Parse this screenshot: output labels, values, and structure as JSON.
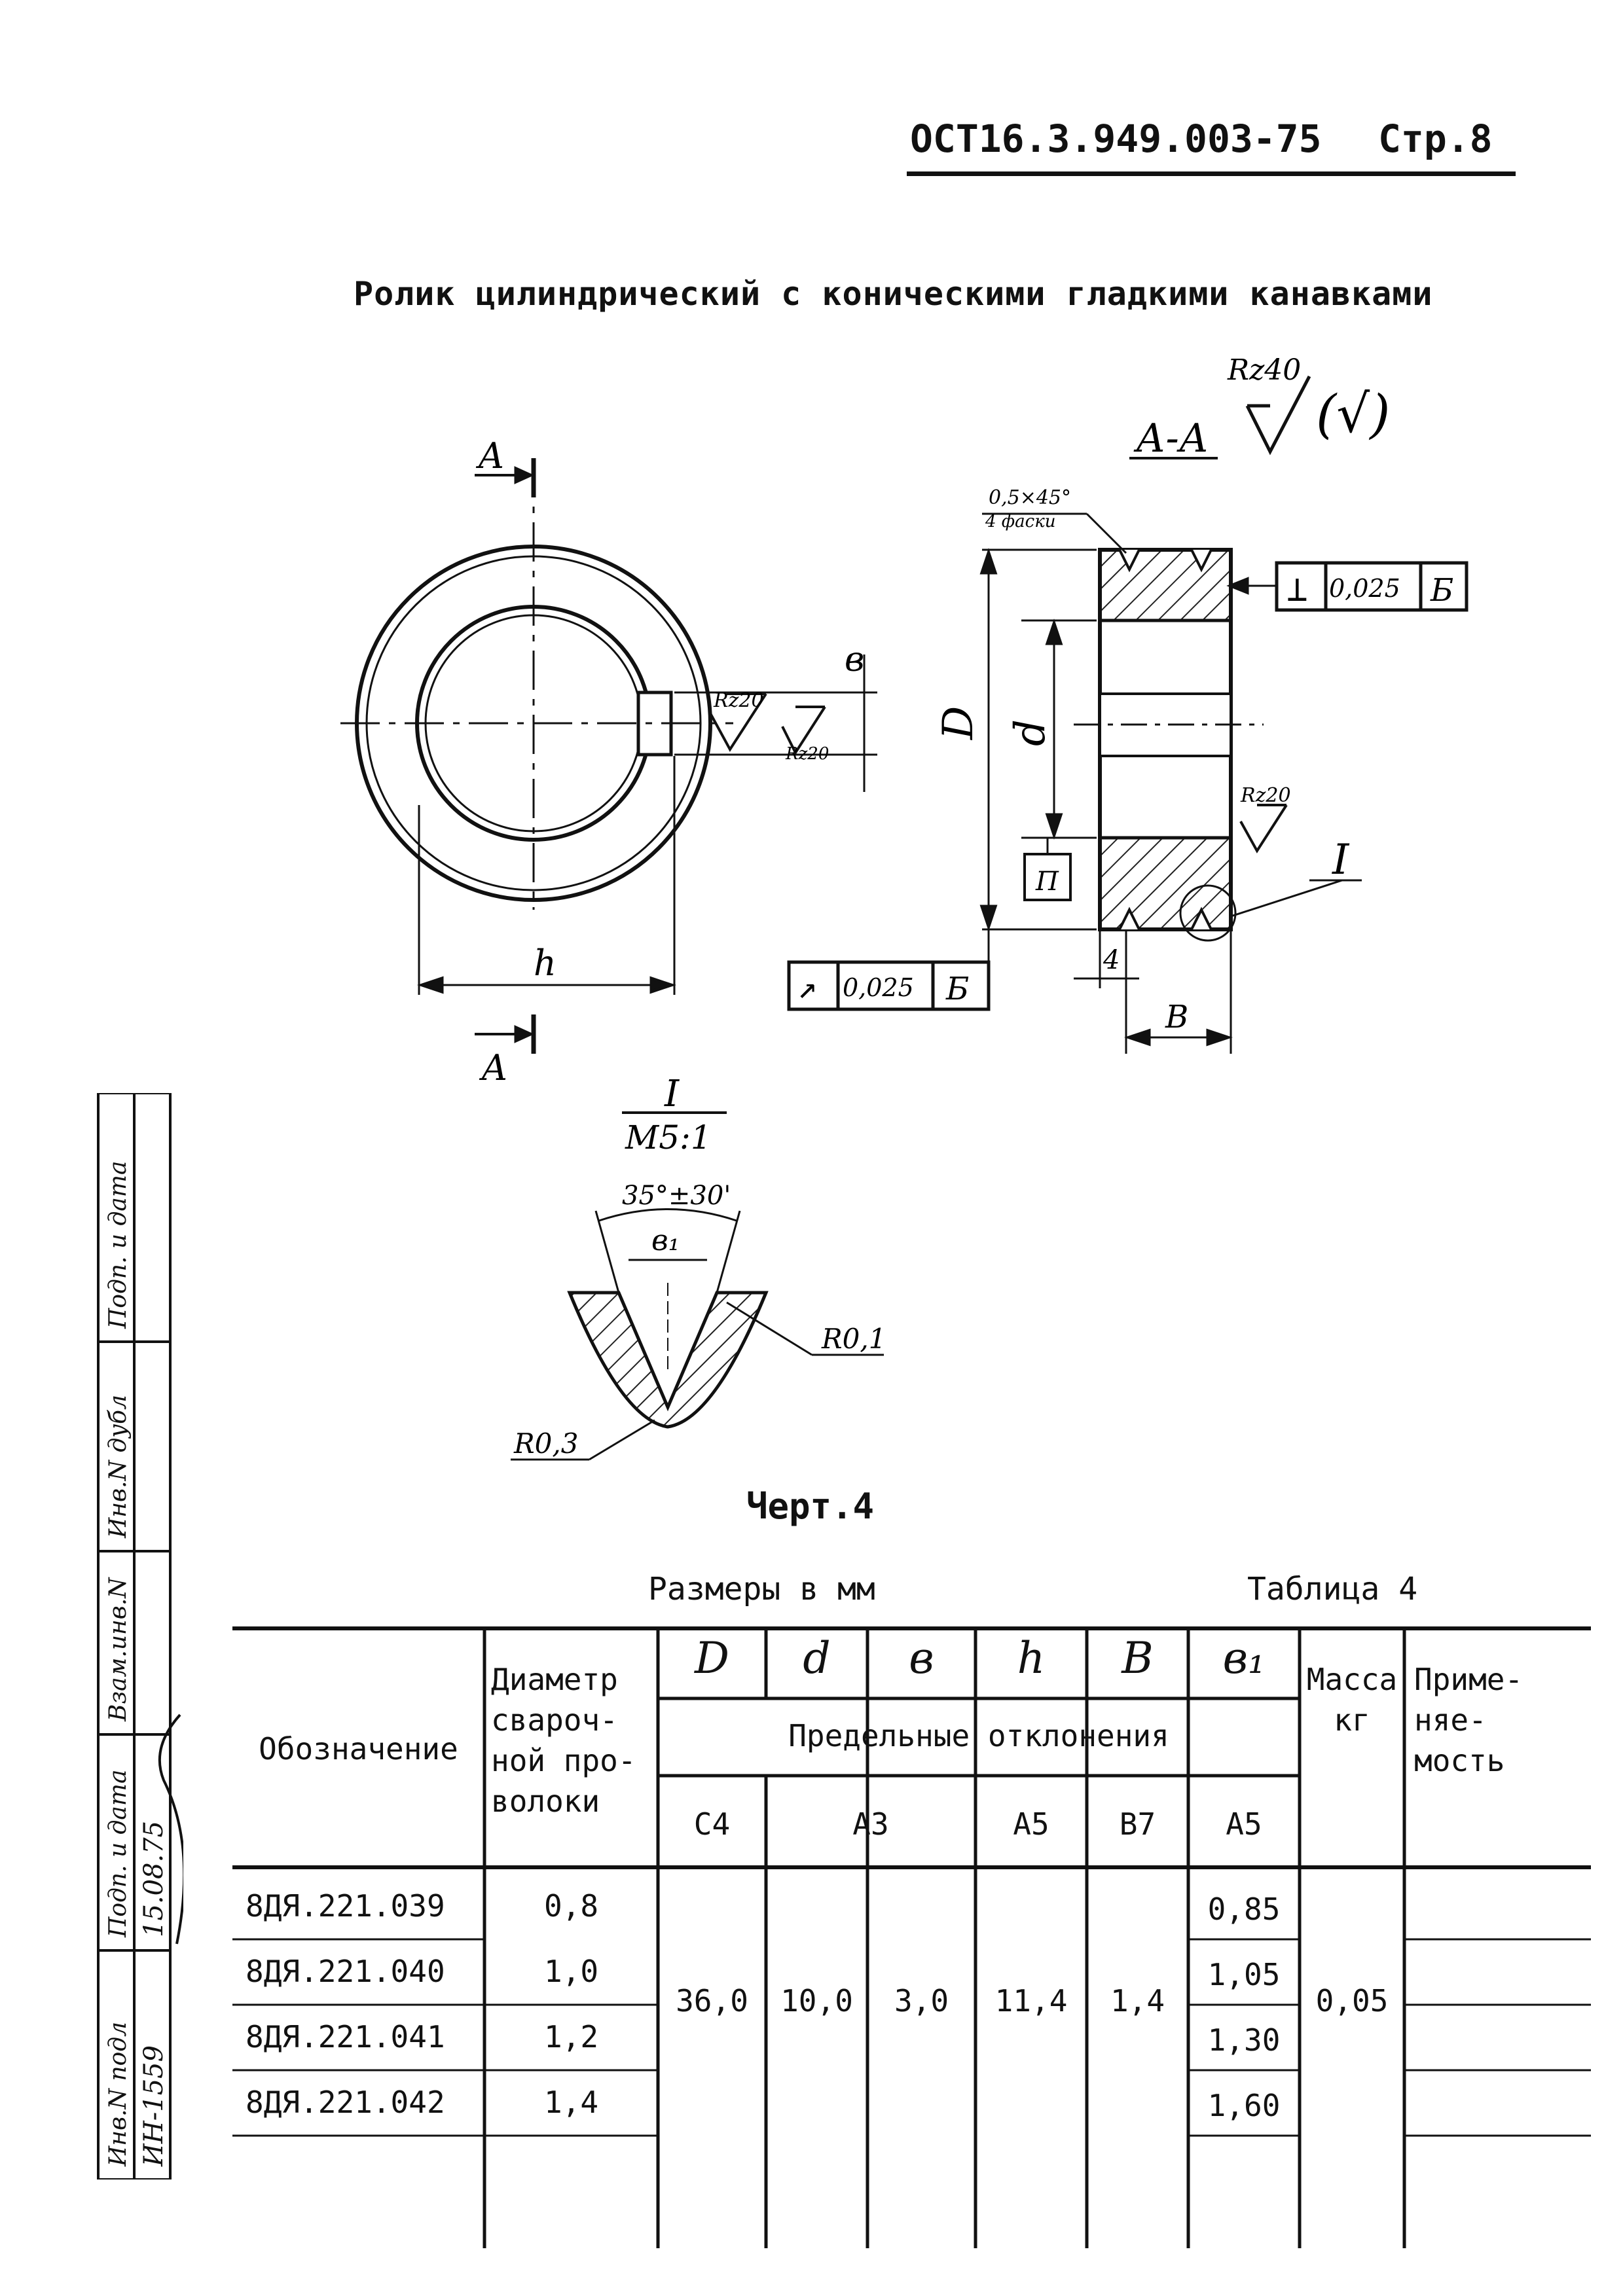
{
  "header": {
    "doc_number": "ОСТ16.3.949.003-75",
    "page": "Стр.8"
  },
  "title": "Ролик цилиндрический с коническими гладкими канавками",
  "drawing": {
    "section_label": "А-А",
    "cut_label_top": "А",
    "cut_label_bottom": "А",
    "roughness_main": "Rz40",
    "roughness_rest": "(√)",
    "roughness_1": "Rz20",
    "roughness_2": "Rz20",
    "roughness_3": "Rz20",
    "chamfer": "0,5×45°",
    "chamfer_note": "4 фаски",
    "dim_D": "D",
    "dim_d": "d",
    "dim_b": "в",
    "dim_h": "h",
    "dim_B": "В",
    "dim_4": "4",
    "tol_perp_symbol": "⊥",
    "tol_perp_value": "0,025",
    "tol_perp_base": "Б",
    "tol_runout_symbol": "↗",
    "tol_runout_value": "0,025",
    "tol_runout_base": "Б",
    "base_label": "П",
    "detail_ref": "I",
    "detail_title": "I",
    "detail_scale": "М5:1",
    "detail_angle": "35°±30'",
    "detail_b1": "в₁",
    "detail_r1": "R0,1",
    "detail_r2": "R0,3"
  },
  "figure_caption": "Черт.4",
  "table_meta": {
    "units": "Размеры в мм",
    "table_no": "Таблица 4"
  },
  "table": {
    "col_designation": "Обозначение",
    "col_wire": [
      "Диаметр",
      "свароч-",
      "ной про-",
      "волоки"
    ],
    "sym_D": "D",
    "sym_d": "d",
    "sym_b": "в",
    "sym_h": "h",
    "sym_B": "В",
    "sym_b1": "в₁",
    "col_mass": [
      "Масса",
      "кг"
    ],
    "col_applic": [
      "Приме-",
      "няе-",
      "мость"
    ],
    "limit_dev": "Предельные отклонения",
    "dev_D": "С4",
    "dev_d_b": "А3",
    "dev_h": "А5",
    "dev_B": "В7",
    "dev_b1": "А5",
    "rows": [
      {
        "designation": "8ДЯ.221.039",
        "wire": "0,8",
        "b1": "0,85"
      },
      {
        "designation": "8ДЯ.221.040",
        "wire": "1,0",
        "b1": "1,05"
      },
      {
        "designation": "8ДЯ.221.041",
        "wire": "1,2",
        "b1": "1,30"
      },
      {
        "designation": "8ДЯ.221.042",
        "wire": "1,4",
        "b1": "1,60"
      }
    ],
    "merged": {
      "D": "36,0",
      "d": "10,0",
      "b": "3,0",
      "h": "11,4",
      "B": "1,4",
      "mass": "0,05"
    }
  },
  "stamp": {
    "labels": [
      "Инв.N подл",
      "Подп. и дата",
      "Взам.инв.N",
      "Инв.N дубл",
      "Подп. и дата"
    ],
    "inv_value": "ИН-1559",
    "date_value": "15.08.75"
  }
}
